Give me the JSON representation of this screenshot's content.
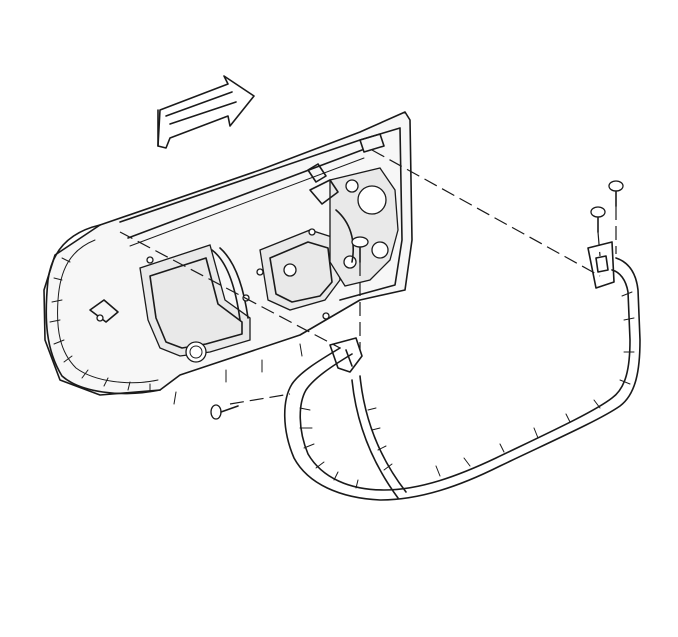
{
  "figure": {
    "icons": {
      "direction_arrow": "arrow-forward-icon",
      "door_panel": "door-inner-panel",
      "weatherstrip": "door-weatherstrip",
      "fastener": "push-pin-retainer"
    },
    "colors": {
      "line": "#1a1a1a",
      "background": "#ffffff",
      "arrow_fill": "#ffffff"
    }
  }
}
